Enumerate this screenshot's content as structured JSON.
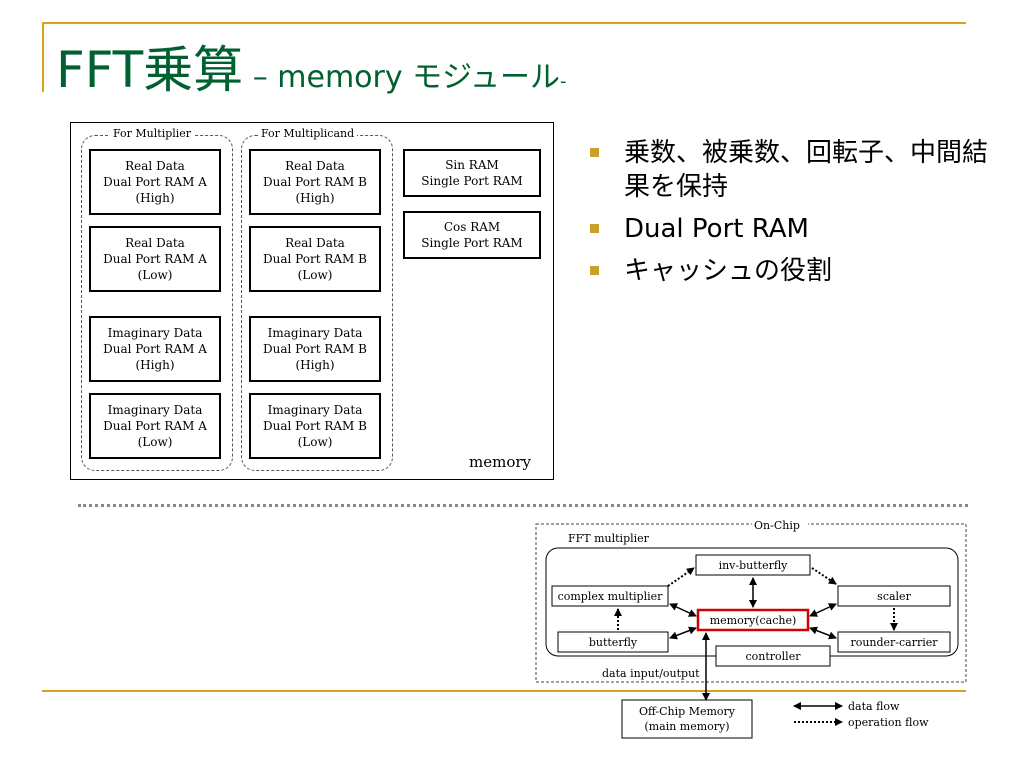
{
  "slide": {
    "title_main": "FFT乗算",
    "title_sub": " – memory モジュール",
    "title_dash": "-"
  },
  "memory_diagram": {
    "label": "memory",
    "groups": {
      "multiplier": "For Multiplier",
      "multiplicand": "For Multiplicand"
    },
    "multiplier_rams": [
      "Real Data\nDual Port RAM A\n(High)",
      "Real Data\nDual Port RAM A\n(Low)",
      "Imaginary Data\nDual Port RAM A\n(High)",
      "Imaginary Data\nDual Port RAM A\n(Low)"
    ],
    "multiplicand_rams": [
      "Real Data\nDual Port RAM B\n(High)",
      "Real Data\nDual Port RAM B\n(Low)",
      "Imaginary Data\nDual Port RAM B\n(High)",
      "Imaginary Data\nDual Port RAM B\n(Low)"
    ],
    "sin_ram": "Sin RAM\nSingle Port RAM",
    "cos_ram": "Cos RAM\nSingle Port RAM"
  },
  "bullets": [
    "乗数、被乗数、回転子、中間結果を保持",
    "Dual Port RAM",
    "キャッシュの役割"
  ],
  "architecture": {
    "on_chip": "On-Chip",
    "fft_multiplier": "FFT multiplier",
    "inv_butterfly": "inv-butterfly",
    "complex_multiplier": "complex multiplier",
    "scaler": "scaler",
    "memory_cache": "memory(cache)",
    "butterfly": "butterfly",
    "rounder_carrier": "rounder-carrier",
    "controller": "controller",
    "data_io": "data input/output",
    "off_chip_line1": "Off-Chip Memory",
    "off_chip_line2": "(main memory)",
    "legend_data_flow": "data flow",
    "legend_operation_flow": "operation flow",
    "highlight_color": "#d40000"
  }
}
